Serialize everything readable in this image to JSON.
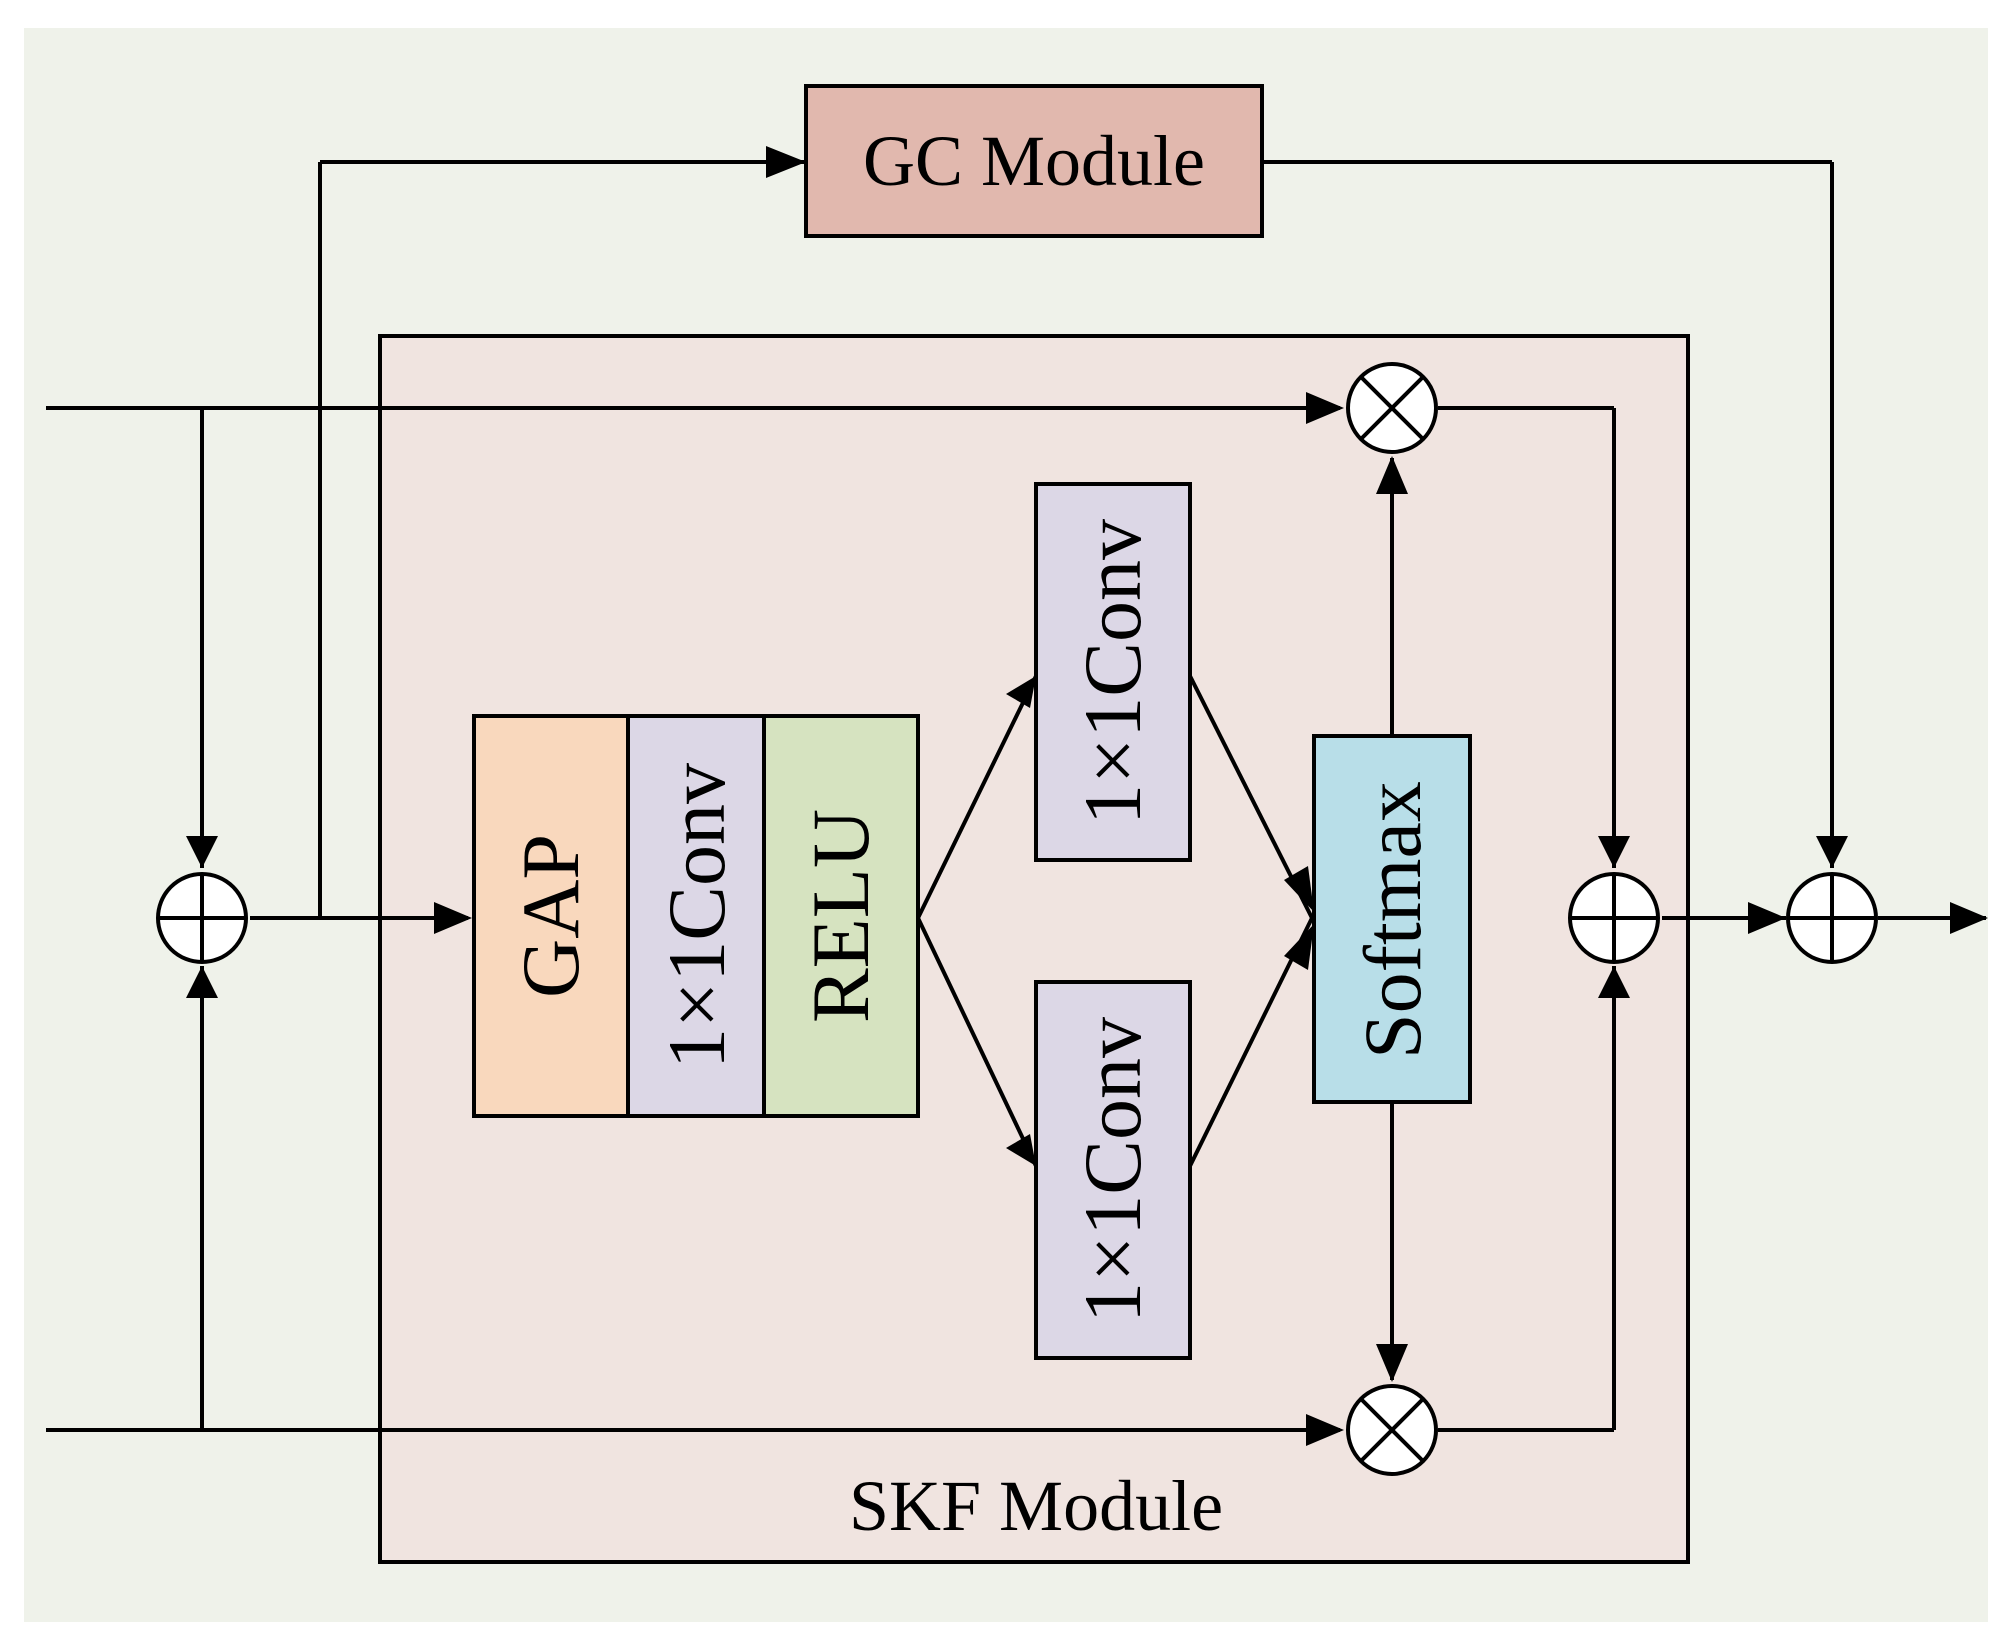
{
  "colors": {
    "background": "#eff2ea",
    "skf_fill": "#f0e4e0",
    "gc_fill": "#e1b8ae",
    "gap_fill": "#f9d8bd",
    "conv_fill": "#dcd7e6",
    "relu_fill": "#d6e3c0",
    "softmax_fill": "#b8dee8"
  },
  "modules": {
    "gc": "GC Module",
    "skf": "SKF Module"
  },
  "blocks": {
    "gap": "GAP",
    "conv_reduce": "1×1Conv",
    "relu": "RELU",
    "conv_upper": "1×1Conv",
    "conv_lower": "1×1Conv",
    "softmax": "Softmax"
  },
  "operators": {
    "add": "add",
    "multiply": "multiply"
  }
}
